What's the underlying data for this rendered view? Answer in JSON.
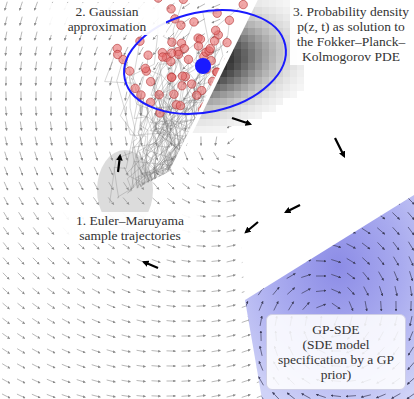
{
  "diagram": {
    "nodes": [
      {
        "text": [
          "GP-SDE",
          "(SDE model specification by a GP prior)"
        ]
      }
    ],
    "labels": [
      "2. Gaussian approximation",
      "3. Probability density p(z, t) as solution to the Fokker–Planck–Kolmogorov PDE",
      "1. Euler–Maruyama sample trajectories"
    ]
  }
}
